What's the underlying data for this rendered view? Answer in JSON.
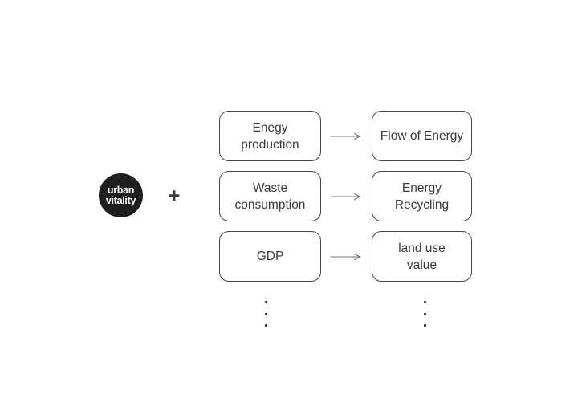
{
  "badge": {
    "label": "urban\nvitality"
  },
  "plus_sign": "+",
  "rows": [
    {
      "input": "Enegy\nproduction",
      "output": "Flow of Energy"
    },
    {
      "input": "Waste\nconsumption",
      "output": "Energy\nRecycling"
    },
    {
      "input": "GDP",
      "output": "land use\nvalue"
    }
  ],
  "colors": {
    "background": "#ffffff",
    "badge_bg": "#1f1f1f",
    "badge_text": "#ffffff",
    "box_border": "#454545",
    "text": "#3a3a3a",
    "arrow": "#767676",
    "dot": "#2b2b2b"
  }
}
